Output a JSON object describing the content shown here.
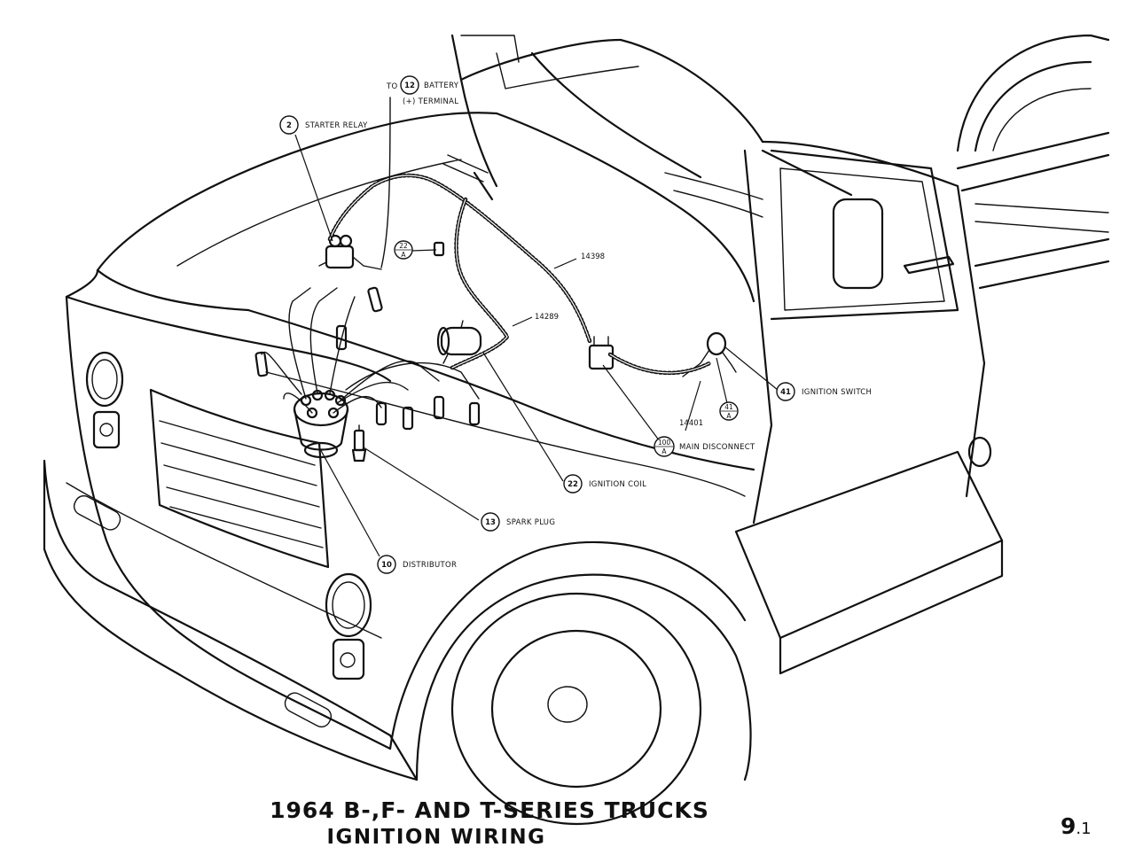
{
  "title": {
    "line1": "1964 B-,F- AND T-SERIES TRUCKS",
    "line2": "IGNITION WIRING"
  },
  "page_number": {
    "major": "9",
    "minor": ".1"
  },
  "callouts": {
    "battery": {
      "prefix": "TO",
      "num": "12",
      "label_line1": "BATTERY",
      "label_line2": "(+) TERMINAL"
    },
    "starter_relay": {
      "num": "2",
      "label": "STARTER RELAY"
    },
    "connector_22a": {
      "num": "22",
      "sub": "A"
    },
    "ignition_switch": {
      "num": "41",
      "label": "IGNITION SWITCH"
    },
    "connector_41a": {
      "num": "41",
      "sub": "A"
    },
    "main_disconnect": {
      "num": "100",
      "sub": "A",
      "label": "MAIN DISCONNECT"
    },
    "ignition_coil": {
      "num": "22",
      "label": "IGNITION COIL"
    },
    "spark_plug": {
      "num": "13",
      "label": "SPARK PLUG"
    },
    "distributor": {
      "num": "10",
      "label": "DISTRIBUTOR"
    }
  },
  "part_numbers": {
    "harness_main": "14398",
    "harness_coil": "14289",
    "harness_switch": "14401"
  }
}
